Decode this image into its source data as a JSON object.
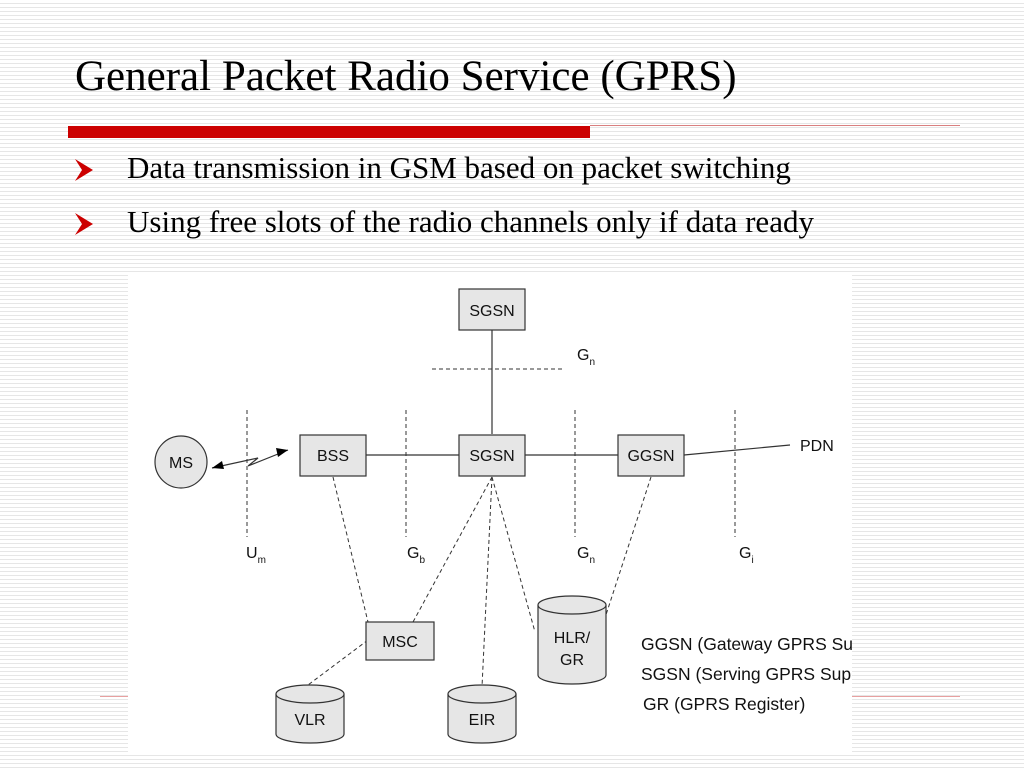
{
  "slide": {
    "title": "General Packet Radio Service (GPRS)",
    "bullets": [
      "Data transmission in GSM based on packet switching",
      "Using free slots of the radio channels only if data ready"
    ]
  },
  "diagram": {
    "nodes": {
      "sgsn_top": "SGSN",
      "ms": "MS",
      "bss": "BSS",
      "sgsn": "SGSN",
      "ggsn": "GGSN",
      "pdn": "PDN",
      "msc": "MSC",
      "hlr_line1": "HLR/",
      "hlr_line2": "GR",
      "vlr": "VLR",
      "eir": "EIR"
    },
    "interfaces": {
      "gn_top": {
        "base": "G",
        "sub": "n"
      },
      "um": {
        "base": "U",
        "sub": "m"
      },
      "gb": {
        "base": "G",
        "sub": "b"
      },
      "gn": {
        "base": "G",
        "sub": "n"
      },
      "gi": {
        "base": "G",
        "sub": "i"
      }
    },
    "legend": [
      "GGSN (Gateway GPRS Support Node)",
      "SGSN (Serving GPRS Support Node)",
      "GR (GPRS Register)"
    ]
  },
  "colors": {
    "accent": "#cc0000",
    "node_fill": "#e6e6e6",
    "line": "#333333"
  }
}
